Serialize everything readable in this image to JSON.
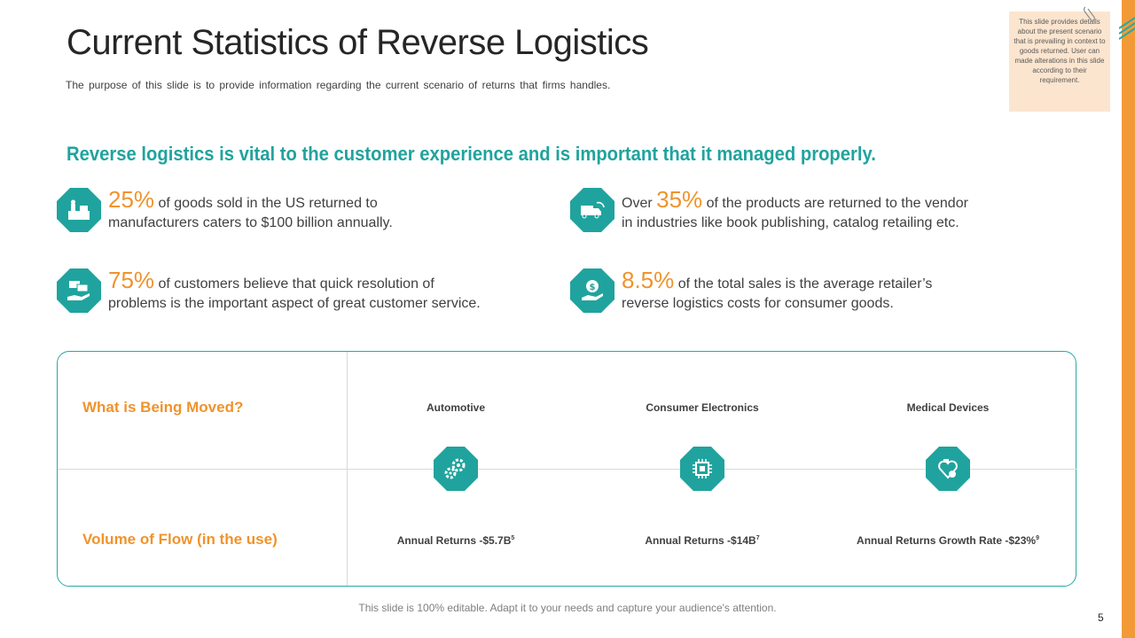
{
  "slide": {
    "title": "Current Statistics of Reverse Logistics",
    "subtitle": "The purpose of this slide is to provide information regarding the current scenario of returns that firms handles.",
    "headline": "Reverse logistics is vital to the customer experience and is important that it managed properly.",
    "note": "This slide provides details about the present scenario that is prevailing in context to goods returned. User can made alterations in this slide according to their requirement.",
    "footer": "This slide is 100% editable. Adapt it to your needs and capture your audience's attention.",
    "page_number": "5"
  },
  "stats": [
    {
      "prefix": "",
      "value": "25%",
      "text1": " of goods sold in the US returned to",
      "text2": "manufacturers  caters to $100 billion annually.",
      "icon": "store-counter-icon"
    },
    {
      "prefix": "Over ",
      "value": "35%",
      "text1": " of the products are returned to the vendor",
      "text2": "in industries like book publishing, catalog retailing etc.",
      "icon": "return-truck-icon"
    },
    {
      "prefix": "",
      "value": "75%",
      "text1": " of customers believe that quick resolution of",
      "text2": "problems is the important aspect of great customer service.",
      "icon": "customer-service-icon"
    },
    {
      "prefix": "",
      "value": "8.5%",
      "text1": " of the total sales is the average retailer’s",
      "text2": "reverse logistics costs for consumer goods.",
      "icon": "money-hand-icon"
    }
  ],
  "table": {
    "row1_label": "What is Being Moved?",
    "row2_label": "Volume of Flow (in the use)",
    "columns": [
      {
        "name": "Automotive",
        "value": "Annual Returns -$5.7B",
        "sup": "5",
        "icon": "gears-icon"
      },
      {
        "name": "Consumer Electronics",
        "value": "Annual Returns -$14B",
        "sup": "7",
        "icon": "chip-icon"
      },
      {
        "name": "Medical Devices",
        "value": "Annual Returns Growth Rate -$23%",
        "sup": "9",
        "icon": "heart-pill-icon"
      }
    ]
  },
  "colors": {
    "accent_teal": "#20a39e",
    "accent_orange": "#f0932b",
    "note_bg": "#fce5cf"
  }
}
